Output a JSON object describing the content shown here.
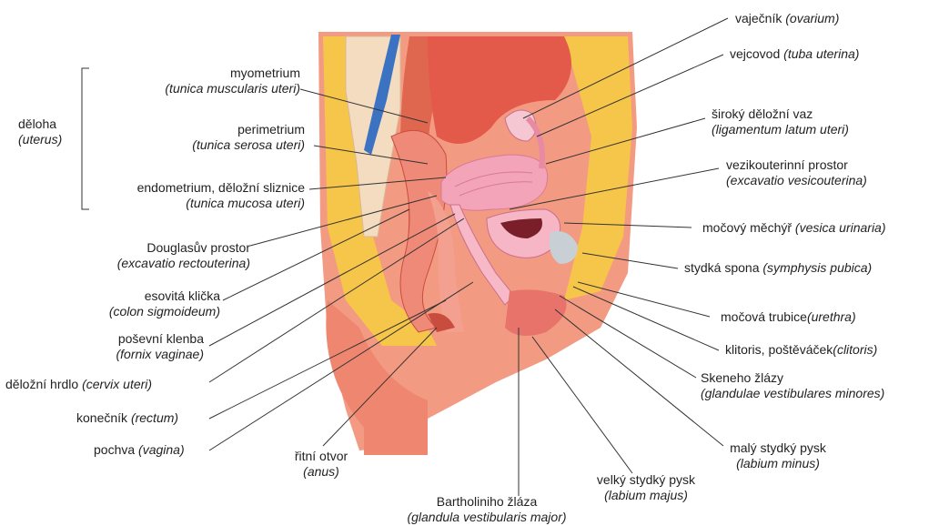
{
  "labels": {
    "deloha": {
      "name": "děloha",
      "latin": "(uterus)"
    },
    "myometrium": {
      "name": "myometrium",
      "latin": "(tunica muscularis uteri)"
    },
    "perimetrium": {
      "name": "perimetrium",
      "latin": "(tunica serosa uteri)"
    },
    "endometrium": {
      "name": "endometrium, děložní sliznice",
      "latin": "(tunica mucosa uteri)"
    },
    "douglas": {
      "name": "Douglasův prostor",
      "latin": "(excavatio rectouterina)"
    },
    "esovita": {
      "name": "esovitá klička",
      "latin": "(colon sigmoideum)"
    },
    "posevni": {
      "name": "poševní klenba",
      "latin": "(fornix vaginae)"
    },
    "hrdlo": {
      "name": "děložní hrdlo ",
      "latin": "(cervix uteri)"
    },
    "konecnik": {
      "name": "konečník ",
      "latin": "(rectum)"
    },
    "pochva": {
      "name": "pochva ",
      "latin": "(vagina)"
    },
    "ritni": {
      "name": "řitní otvor",
      "latin": "(anus)"
    },
    "bartholin": {
      "name": "Bartholiniho žláza",
      "latin": "(glandula vestibularis major)"
    },
    "velky": {
      "name": "velký stydký pysk",
      "latin": "(labium majus)"
    },
    "maly": {
      "name": "malý stydký pysk",
      "latin": "(labium minus)"
    },
    "skene": {
      "name": "Skeneho žlázy",
      "latin": "(glandulae vestibulares minores)"
    },
    "klitoris": {
      "name": "klitoris, poštěváček",
      "latin": "(clitoris)"
    },
    "trubice": {
      "name": "močová trubice",
      "latin": "(urethra)"
    },
    "spona": {
      "name": "stydká spona ",
      "latin": "(symphysis pubica)"
    },
    "mechyr": {
      "name": "močový měchýř ",
      "latin": "(vesica urinaria)"
    },
    "vezikouterinni": {
      "name": "vezikouterinní prostor",
      "latin": "(excavatio vesicouterina)"
    },
    "vaz": {
      "name": "široký děložní vaz",
      "latin": "(ligamentum latum uteri)"
    },
    "vejcovod": {
      "name": "vejcovod ",
      "latin": "(tuba uterina)"
    },
    "vajecnik": {
      "name": "vaječník ",
      "latin": "(ovarium)"
    }
  },
  "colors": {
    "skin": "#f08a72",
    "tissue": "#e5655a",
    "fat": "#f6c64a",
    "uterus": "#f3a4b8",
    "spine": "#f3dcc0",
    "vessel": "#3b73c2"
  }
}
